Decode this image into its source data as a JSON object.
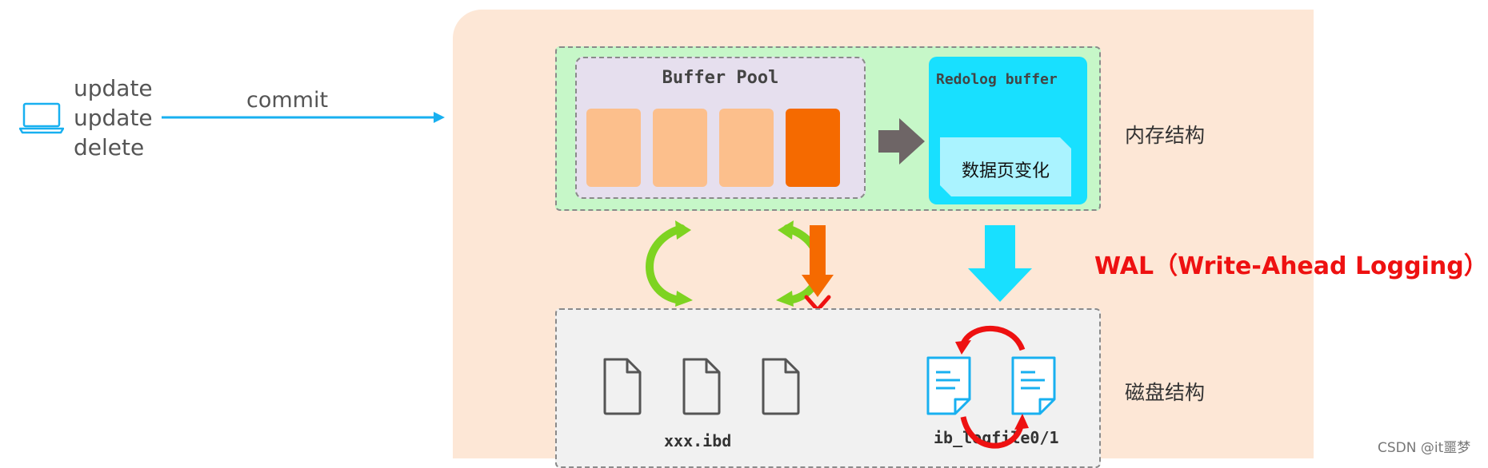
{
  "client": {
    "ops": [
      "update",
      "update",
      "delete"
    ],
    "arrow_label": "commit"
  },
  "memory": {
    "buffer_pool_title": "Buffer Pool",
    "redolog_title": "Redolog buffer",
    "redolog_content": "数据页变化",
    "side_label": "内存结构"
  },
  "disk": {
    "data_file_label": "xxx.ibd",
    "log_file_label": "ib_logfile0/1",
    "side_label": "磁盘结构"
  },
  "wal_label": "WAL（Write-Ahead Logging）",
  "watermark": "CSDN @it噩梦",
  "colors": {
    "panel": "#fde7d6",
    "memory_area": "#c6f7c8",
    "buffer_pool": "#e6dfee",
    "page": "#fcbf8c",
    "dirty_page": "#f56a00",
    "redolog": "#18e0ff",
    "flush_arrow": "#f56a00",
    "sync_arrows": "#7ed321",
    "wal_arrow": "#18e0ff",
    "wal_text": "#ee1111",
    "cross": "#ee1111",
    "doc_icon": "#18b0f0"
  },
  "icons": [
    "laptop-icon",
    "arrow-right-icon",
    "file-icon",
    "document-lines-icon",
    "cross-icon",
    "cycle-arrows-icon"
  ]
}
